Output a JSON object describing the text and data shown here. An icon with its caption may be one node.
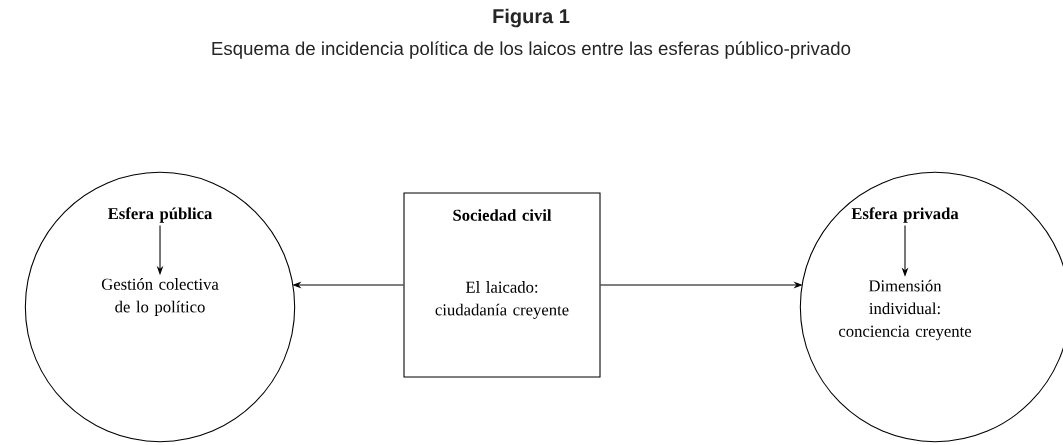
{
  "diagram": {
    "title": "Figura 1",
    "caption": "Esquema de incidencia política de los laicos entre las esferas público-privado",
    "nodes": [
      {
        "text": [],
        "shape": "circle"
      },
      {
        "text": [
          "Esfera pública"
        ],
        "in": 0
      },
      {
        "text": [
          "Gestión colectiva de lo político"
        ],
        "in": 0
      },
      {
        "text": [
          "Sociedad civil",
          "El laicado: ciudadanía creyente"
        ]
      },
      {
        "text": [],
        "shape": "circle"
      },
      {
        "text": [
          "Esfera privada"
        ],
        "in": 4
      },
      {
        "text": [
          "Dimensión individual: conciencia creyente"
        ],
        "in": 4
      }
    ],
    "edges": [
      {
        "from": 1,
        "to": 2,
        "arrow": "to"
      },
      {
        "from": 3,
        "to": 0,
        "arrow": "to"
      },
      {
        "from": 3,
        "to": 4,
        "arrow": "to"
      },
      {
        "from": 5,
        "to": 6,
        "arrow": "to"
      }
    ]
  }
}
